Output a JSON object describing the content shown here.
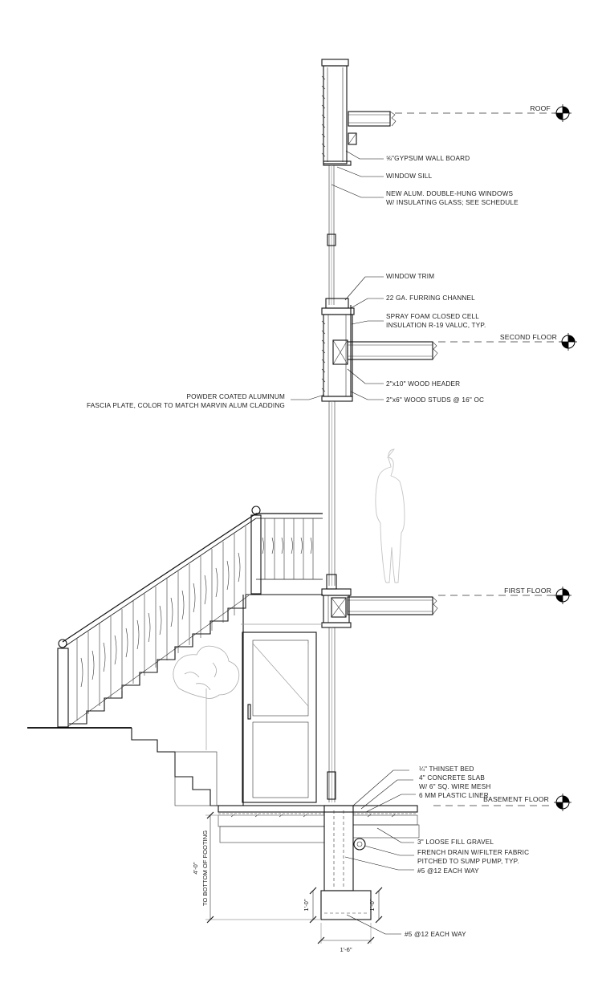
{
  "levels": {
    "roof": "ROOF",
    "second_floor": "SECOND FLOOR",
    "first_floor": "FIRST FLOOR",
    "basement_floor": "BASEMENT FLOOR"
  },
  "notes": {
    "gypsum_prefix": "⅝\"",
    "gypsum": "GYPSUM WALL BOARD",
    "window_sill": "WINDOW SILL",
    "windows_l1": "NEW ALUM. DOUBLE-HUNG WINDOWS",
    "windows_l2": "W/ INSULATING GLASS; SEE SCHEDULE",
    "window_trim": "WINDOW TRIM",
    "furring": "22 GA. FURRING CHANNEL",
    "spray_l1": "SPRAY FOAM CLOSED CELL",
    "spray_l2": "INSULATION R-19 VALUC, TYP.",
    "header": "2\"x10\" WOOD HEADER",
    "studs": "2\"x6\" WOOD STUDS @ 16\" OC",
    "fascia_l1": "POWDER COATED ALUMINUM",
    "fascia_l2": "FASCIA PLATE, COLOR TO MATCH MARVIN ALUM CLADDING",
    "thinset": "¼\" THINSET BED",
    "slab_l1": "4\" CONCRETE SLAB",
    "slab_l2": "W/ 6\" SQ. WIRE MESH",
    "liner": "6 MM PLASTIC LINER",
    "gravel": "3\" LOOSE FILL GRAVEL",
    "drain_l1": "FRENCH DRAIN W/FILTER FABRIC",
    "drain_l2": "PITCHED TO SUMP PUMP, TYP.",
    "rebar_wall": "#5 @12 EACH WAY",
    "rebar_footing": "#5 @12 EACH WAY"
  },
  "dimensions": {
    "depth": "4'-0\"",
    "depth_note": "TO BOTTOM OF FOOTING",
    "footing_height_left": "1'-0\"",
    "footing_height_right": "1'-0\"",
    "footing_width": "1'-6\""
  },
  "colors": {
    "line": "#111111",
    "hatch": "#555555",
    "ghost": "#b5b5b5",
    "paper": "#ffffff"
  }
}
